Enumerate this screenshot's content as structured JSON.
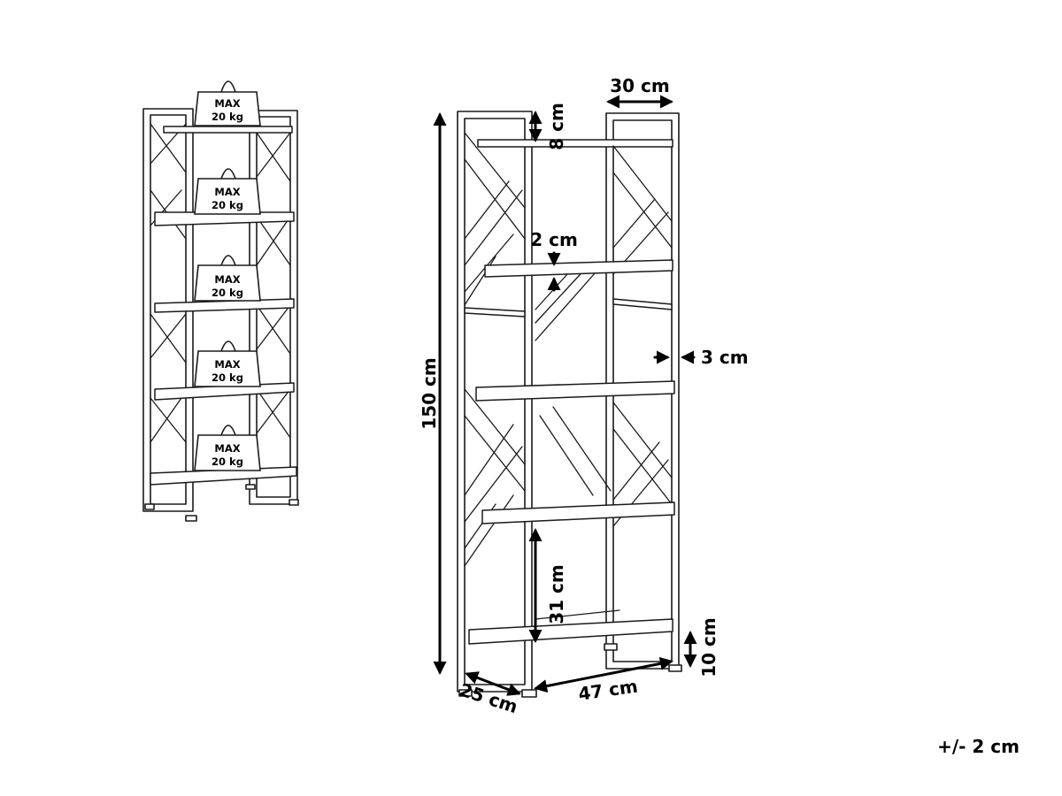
{
  "weights": [
    {
      "max_label": "MAX",
      "kg_label": "20 kg"
    },
    {
      "max_label": "MAX",
      "kg_label": "20 kg"
    },
    {
      "max_label": "MAX",
      "kg_label": "20 kg"
    },
    {
      "max_label": "MAX",
      "kg_label": "20 kg"
    },
    {
      "max_label": "MAX",
      "kg_label": "20 kg"
    }
  ],
  "dimensions": {
    "top_width": "30 cm",
    "top_gap": "8 cm",
    "shelf_thickness": "2 cm",
    "frame_thickness": "3 cm",
    "height": "150 cm",
    "shelf_spacing": "31 cm",
    "foot_height": "10 cm",
    "depth": "25 cm",
    "width": "47 cm"
  },
  "tolerance": "+/- 2 cm"
}
